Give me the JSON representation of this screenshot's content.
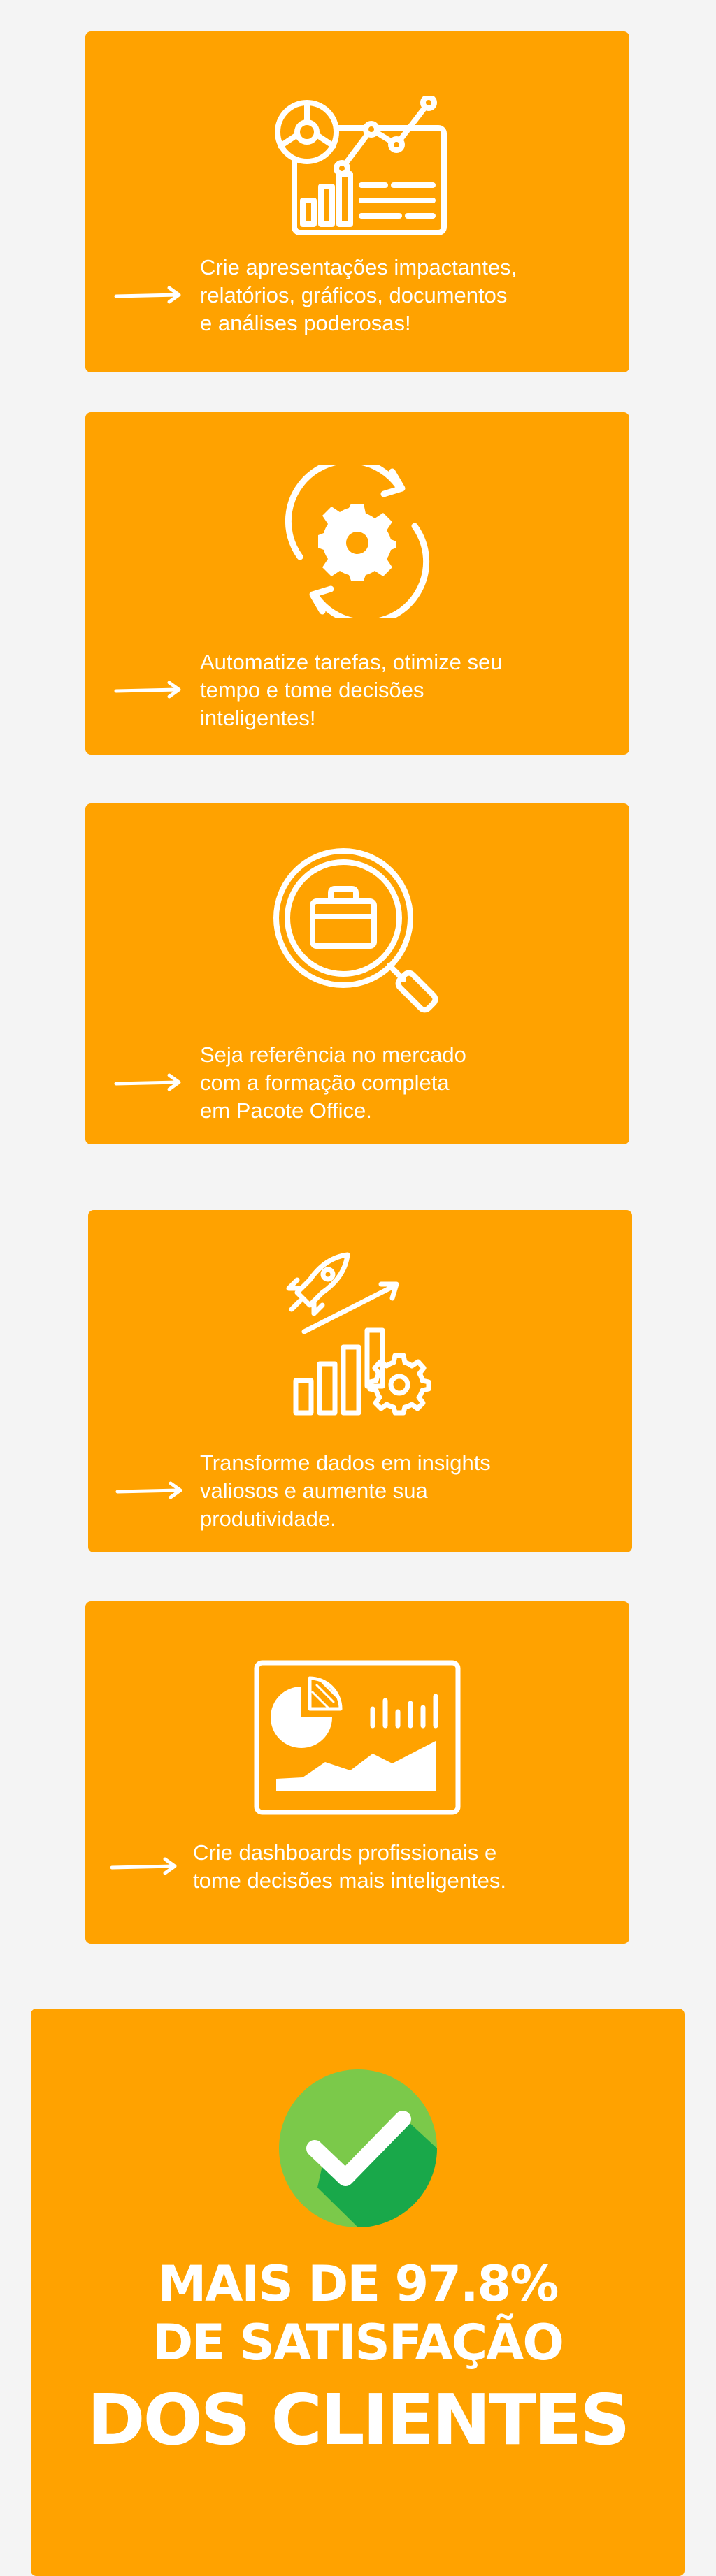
{
  "colors": {
    "background": "#f4f4f4",
    "card": "#ffa200",
    "text": "#ffffff",
    "check_light": "#7bc94a",
    "check_dark": "#19a84a"
  },
  "features": [
    {
      "icon": "analytics-report-icon",
      "text": "Crie apresentações impactantes,\nrelatórios, gráficos, documentos\ne análises poderosas!"
    },
    {
      "icon": "gear-refresh-icon",
      "text": "Automatize tarefas, otimize seu\ntempo e tome decisões\ninteligentes!"
    },
    {
      "icon": "briefcase-magnifier-icon",
      "text": "Seja referência no mercado\ncom a formação completa\nem Pacote Office."
    },
    {
      "icon": "rocket-growth-chart-icon",
      "text": "Transforme dados em insights\nvaliosos e aumente sua\nprodutividade."
    },
    {
      "icon": "dashboard-icon",
      "text": "Crie dashboards profissionais e\ntome decisões mais inteligentes."
    }
  ],
  "satisfaction": {
    "icon": "checkmark-circle-icon",
    "line1": "MAIS DE 97.8%",
    "line2": "DE SATISFAÇÃO",
    "line3": "DOS CLIENTES"
  }
}
